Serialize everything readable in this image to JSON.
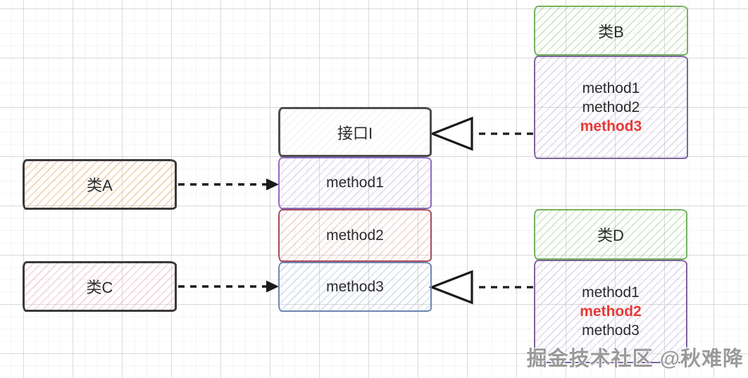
{
  "diagram": {
    "interface_box": {
      "title": "接口I",
      "methods": [
        {
          "label": "method1"
        },
        {
          "label": "method2"
        },
        {
          "label": "method3"
        }
      ]
    },
    "class_a": {
      "label": "类A"
    },
    "class_c": {
      "label": "类C"
    },
    "class_b": {
      "label": "类B",
      "methods": [
        {
          "label": "method1",
          "highlight": false
        },
        {
          "label": "method2",
          "highlight": false
        },
        {
          "label": "method3",
          "highlight": true
        }
      ]
    },
    "class_d": {
      "label": "类D",
      "methods": [
        {
          "label": "method1",
          "highlight": false
        },
        {
          "label": "method2",
          "highlight": true
        },
        {
          "label": "method3",
          "highlight": false
        }
      ]
    },
    "watermark": "掘金技术社区 @秋难降",
    "colors": {
      "class_header_green": "#74b35c",
      "impl_body_purple": "#7d639e",
      "interface_border_gray": "#4d4d4d",
      "plain_class_border": "#3a3a3a",
      "method1_purple": "#8e6cc0",
      "method2_red": "#a64d5d",
      "method3_blue": "#6e87b0",
      "highlight_red": "#e53935",
      "arrow_black": "#1b1b1b"
    }
  }
}
